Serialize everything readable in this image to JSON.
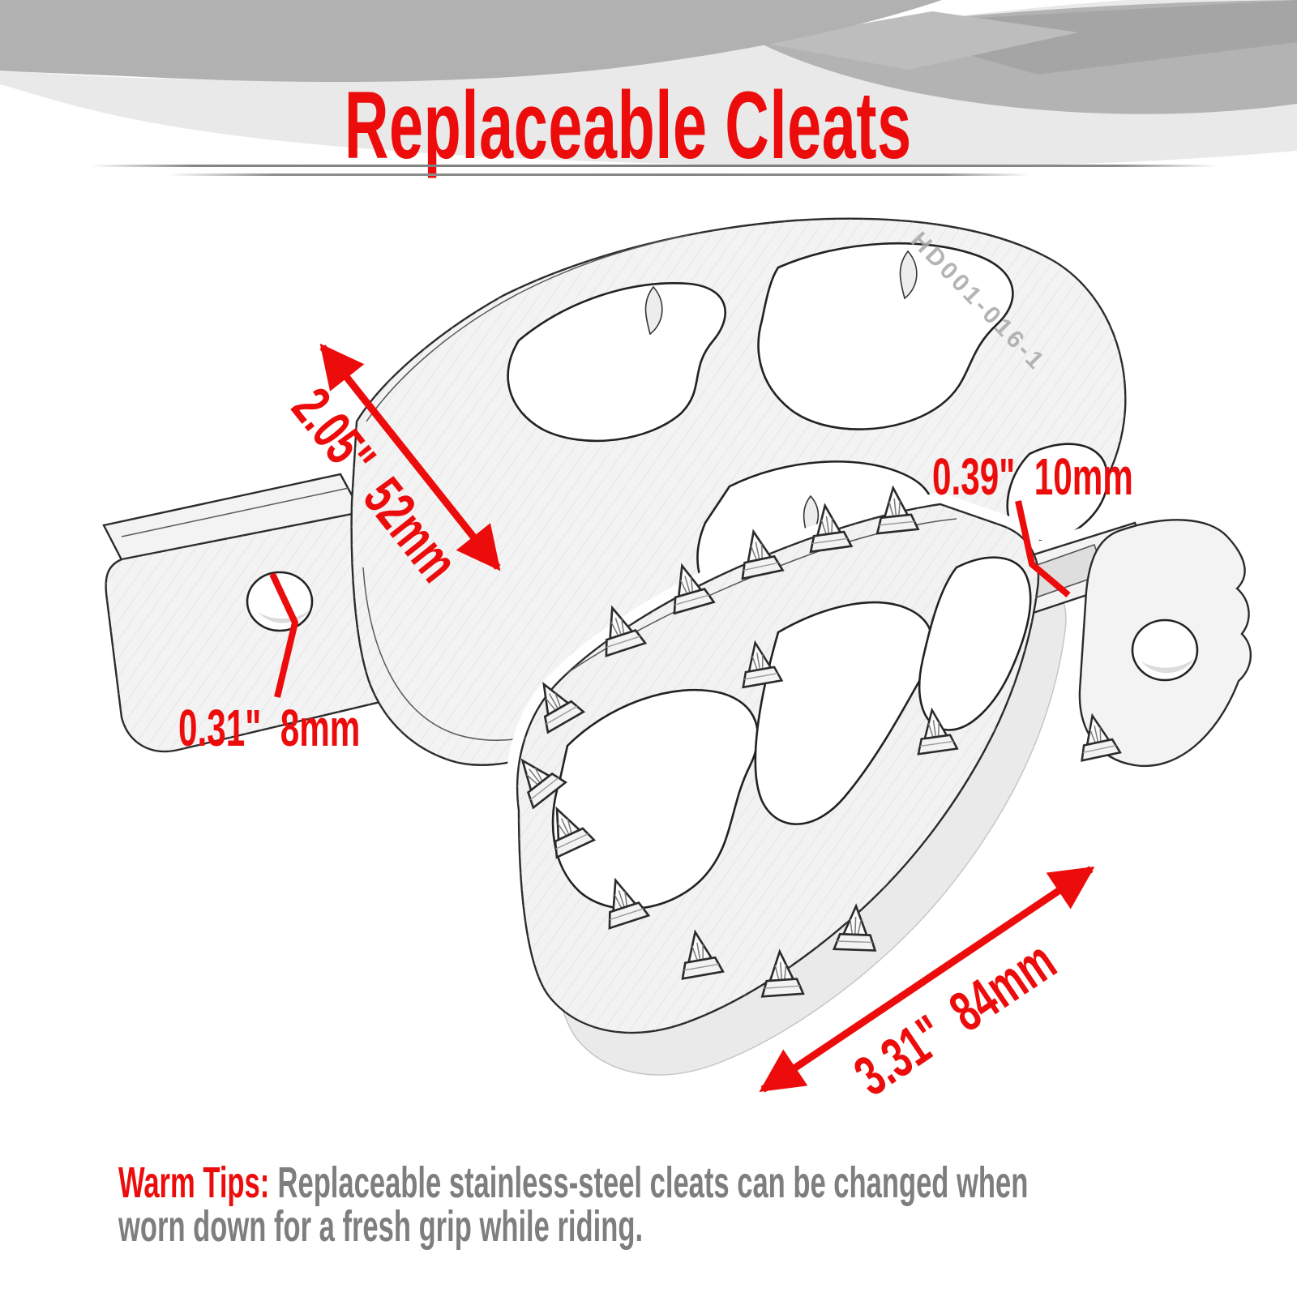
{
  "title": "Replaceable Cleats",
  "annotations": {
    "small_peg_length": "2.05\"  52mm",
    "cleat_size": "0.39\"  10mm",
    "mount_hole": "0.31\"  8mm",
    "large_peg_length": "3.31\"  84mm"
  },
  "engraving": "HD001-016-1",
  "warm_tips": {
    "label": "Warm Tips:",
    "line1": "Replaceable stainless-steel cleats can be changed when",
    "line2": "worn down for a fresh grip while riding."
  },
  "colors": {
    "accent": "#ed0c0c",
    "tipgray": "#7e7e7e",
    "band": "#e9e9e9",
    "swooshdark": "#b1b1b1"
  }
}
